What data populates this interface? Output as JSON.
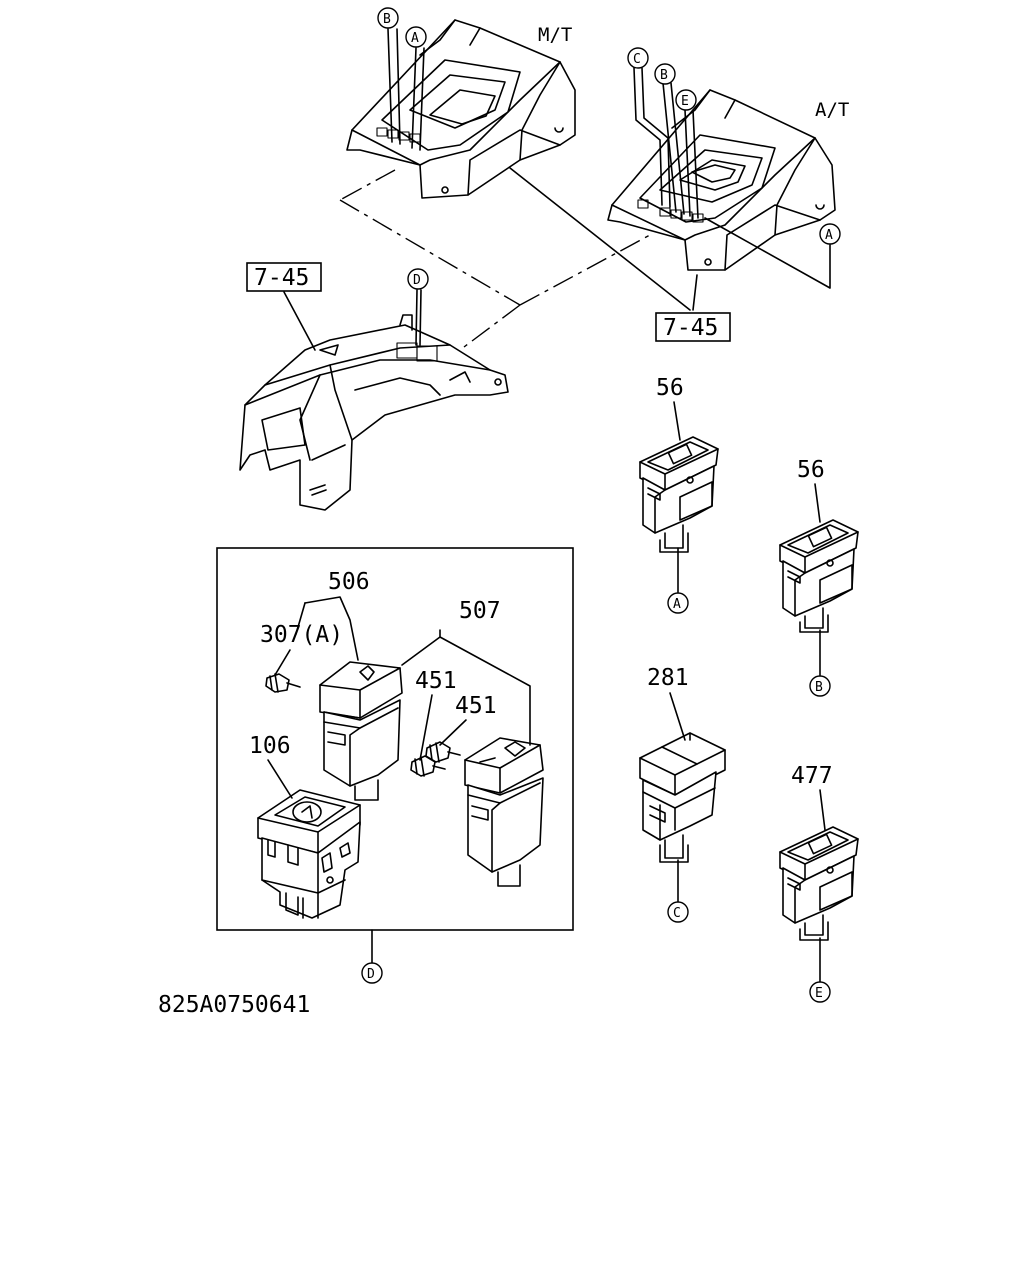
{
  "variants": {
    "manual": "M/T",
    "automatic": "A/T"
  },
  "references": {
    "left": "7-45",
    "right": "7-45"
  },
  "callouts": {
    "a": "A",
    "b": "B",
    "c": "C",
    "d": "D",
    "e": "E"
  },
  "parts": {
    "p56_top": "56",
    "p56_right": "56",
    "p281": "281",
    "p477": "477",
    "p506": "506",
    "p307a": "307(A)",
    "p507": "507",
    "p451_a": "451",
    "p451_b": "451",
    "p106": "106"
  },
  "drawing_number": "825A0750641"
}
